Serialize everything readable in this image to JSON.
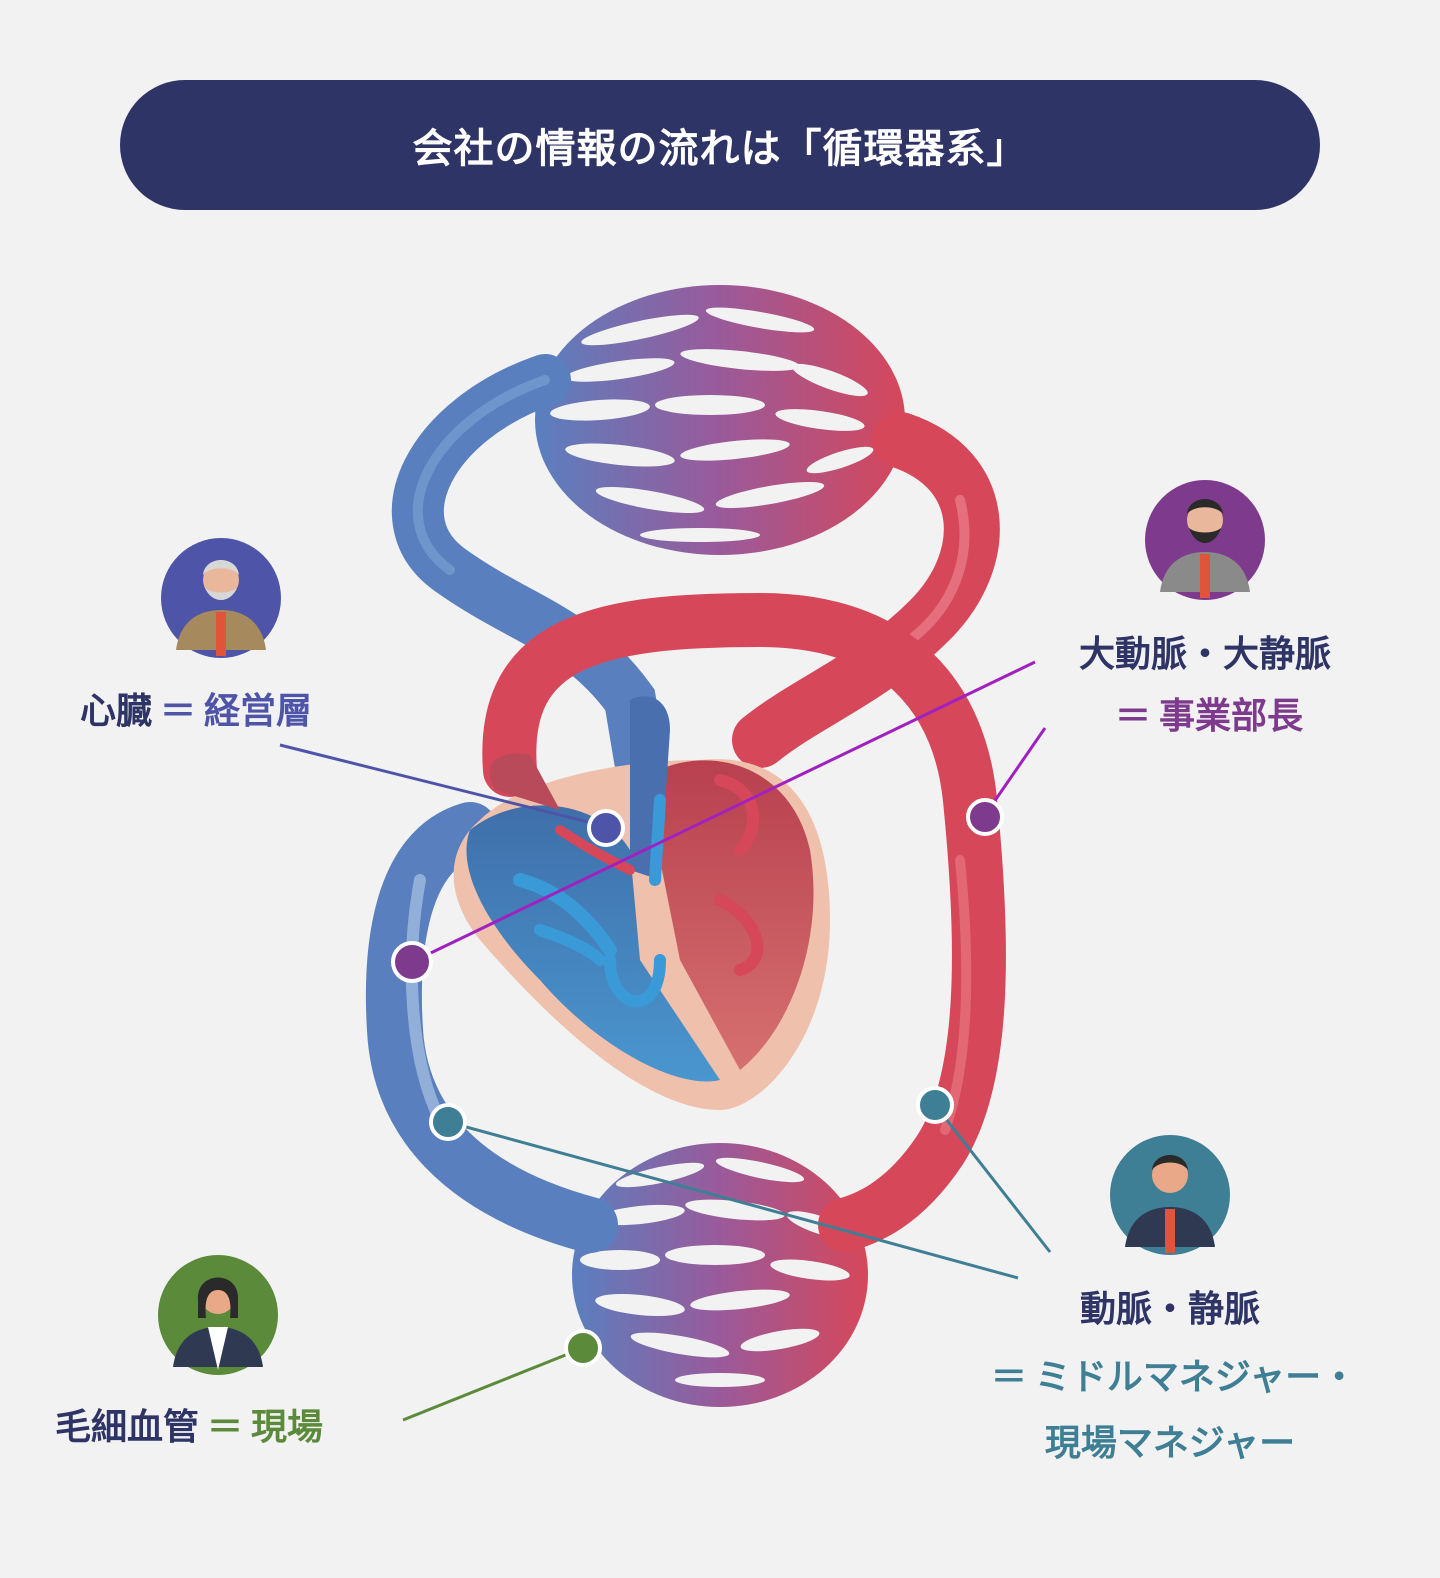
{
  "title": "会社の情報の流れは「循環器系」",
  "labels": {
    "heart": {
      "term": "心臓",
      "eq": "＝",
      "role": "経営層",
      "color": "#4e55a8"
    },
    "aorta": {
      "term": "大動脈・大静脈",
      "eq": "＝",
      "role": "事業部長",
      "color": "#7e3b8e"
    },
    "artery": {
      "term": "動脈・静脈",
      "eq": "＝",
      "role_line1": "ミドルマネジャー・",
      "role_line2": "現場マネジャー",
      "color": "#3f7f95"
    },
    "capillary": {
      "term": "毛細血管",
      "eq": "＝",
      "role": "現場",
      "color": "#5a8a3a"
    }
  },
  "colors": {
    "title_bg": "#2f3466",
    "vein_blue": "#5a7fbf",
    "artery_red": "#d6475a",
    "heart_skin": "#efc0ac"
  },
  "icons": [
    "executive-avatar-icon",
    "division-manager-avatar-icon",
    "middle-manager-avatar-icon",
    "frontline-worker-avatar-icon"
  ]
}
